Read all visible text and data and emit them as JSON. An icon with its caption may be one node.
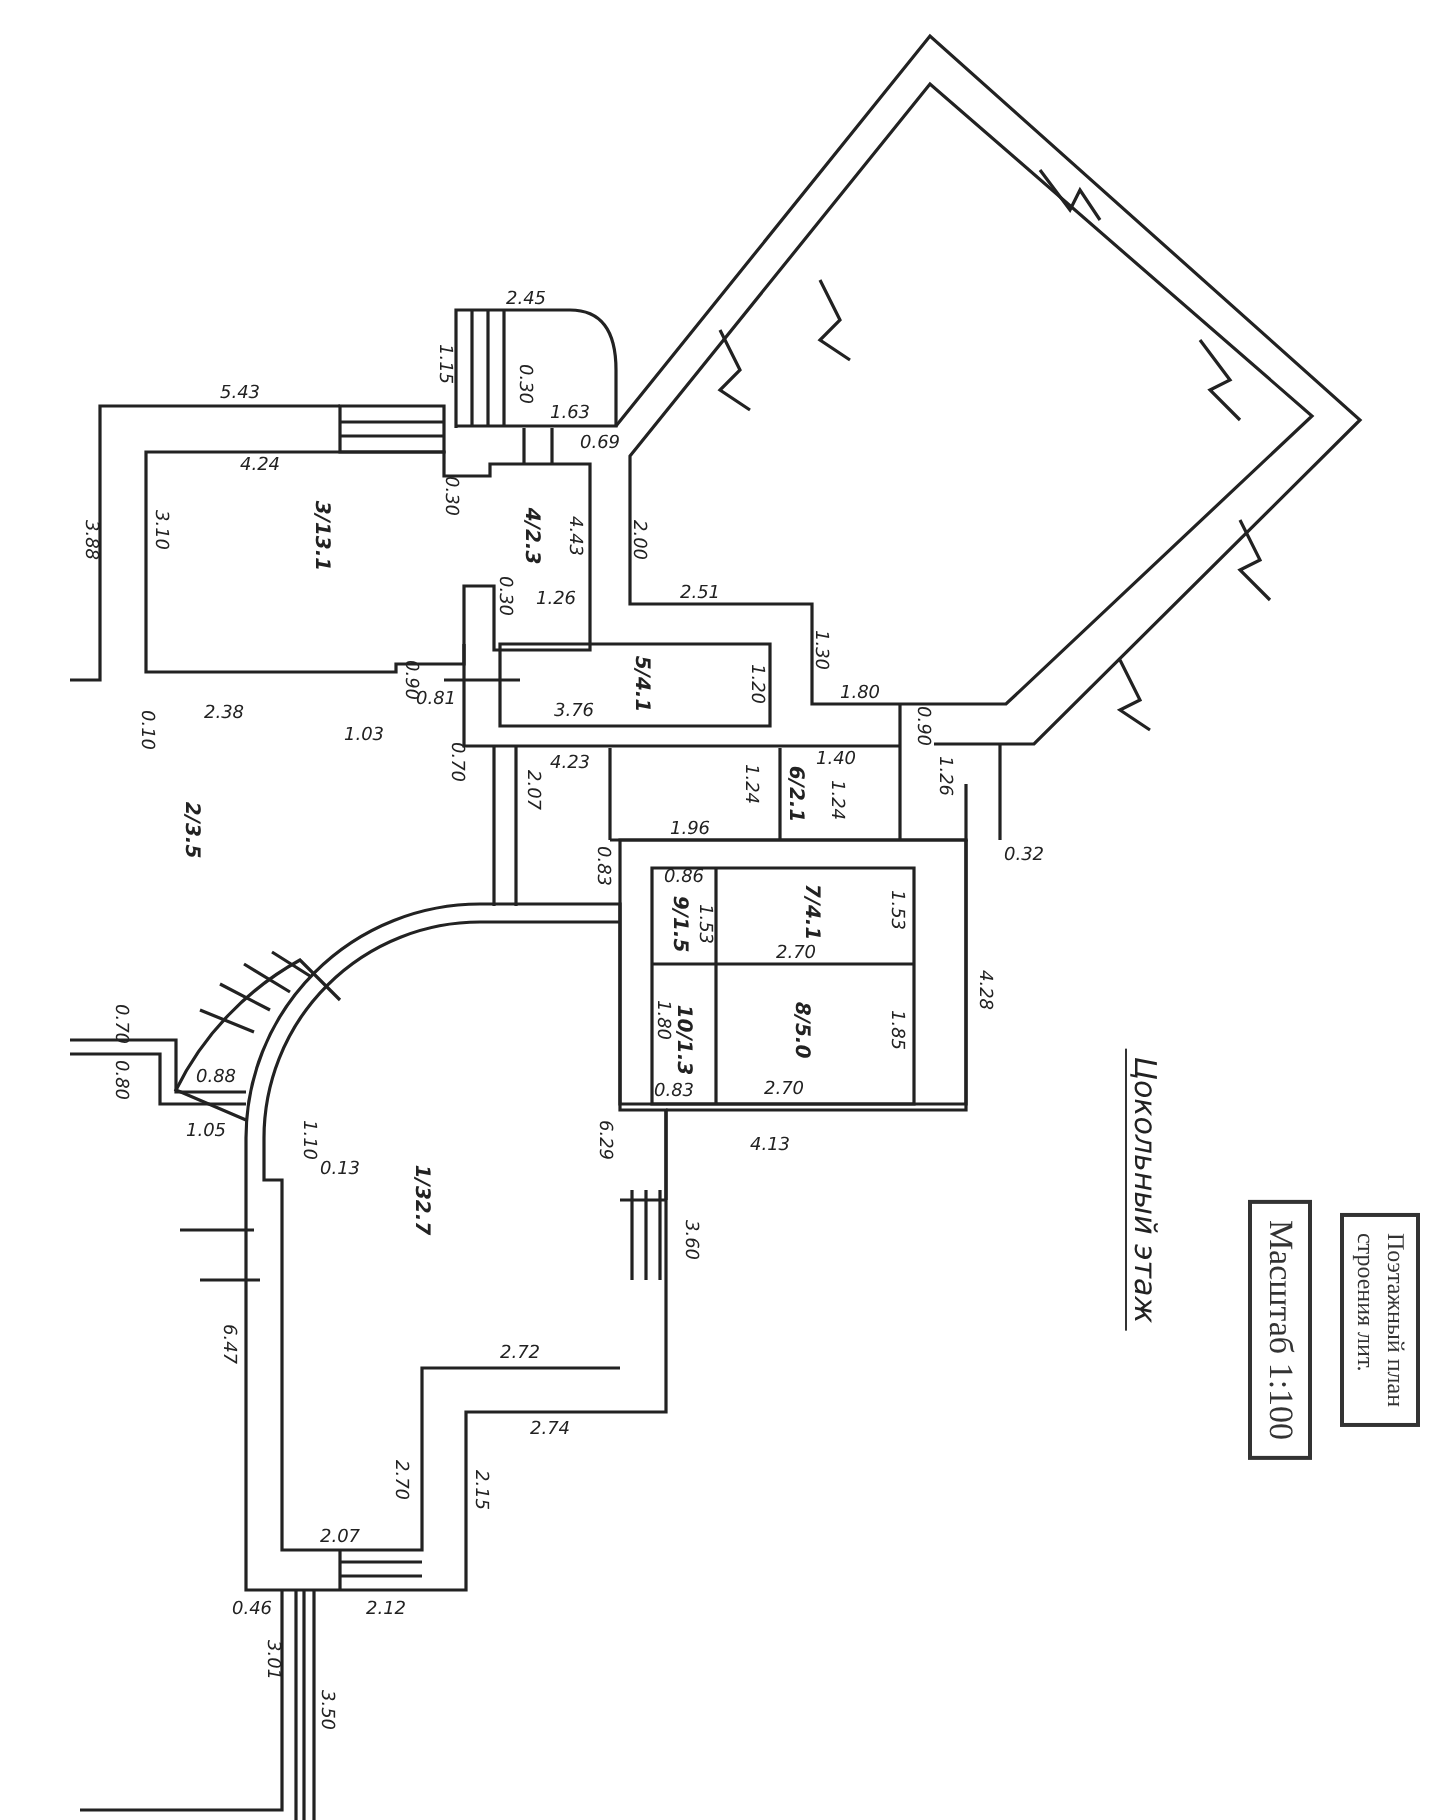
{
  "diagram": {
    "title": "Цокольный этаж",
    "nodes": [
      {
        "text": [
          "Поэтажный план",
          "строения лит."
        ]
      },
      {
        "text": [
          "Масштаб 1:100"
        ]
      }
    ],
    "labels": [
      "2.45",
      "1.15",
      "0.30",
      "5.43",
      "1.63",
      "0.69",
      "4.24",
      "0.30",
      "3.88",
      "3.10",
      "3/13.1",
      "4/2.3",
      "4.43",
      "2.00",
      "0.30",
      "1.26",
      "2.51",
      "1.30",
      "0.90",
      "0.81",
      "5/4.1",
      "1.20",
      "1.80",
      "0.10",
      "2.38",
      "1.03",
      "3.76",
      "0.90",
      "0.70",
      "2.07",
      "4.23",
      "1.24",
      "6/2.1",
      "1.40",
      "1.24",
      "1.26",
      "2/3.5",
      "1.96",
      "0.32",
      "0.83",
      "0.86",
      "9/1.5",
      "1.53",
      "7/4.1",
      "1.53",
      "2.70",
      "4.28",
      "0.70",
      "1.80",
      "10/1.3",
      "8/5.0",
      "1.85",
      "0.80",
      "0.88",
      "0.83",
      "2.70",
      "1.05",
      "1.10",
      "6.29",
      "4.13",
      "0.13",
      "1/32.7",
      "3.60",
      "6.47",
      "2.72",
      "2.74",
      "2.70",
      "2.15",
      "2.07",
      "0.46",
      "2.12",
      "3.01",
      "3.50"
    ]
  }
}
